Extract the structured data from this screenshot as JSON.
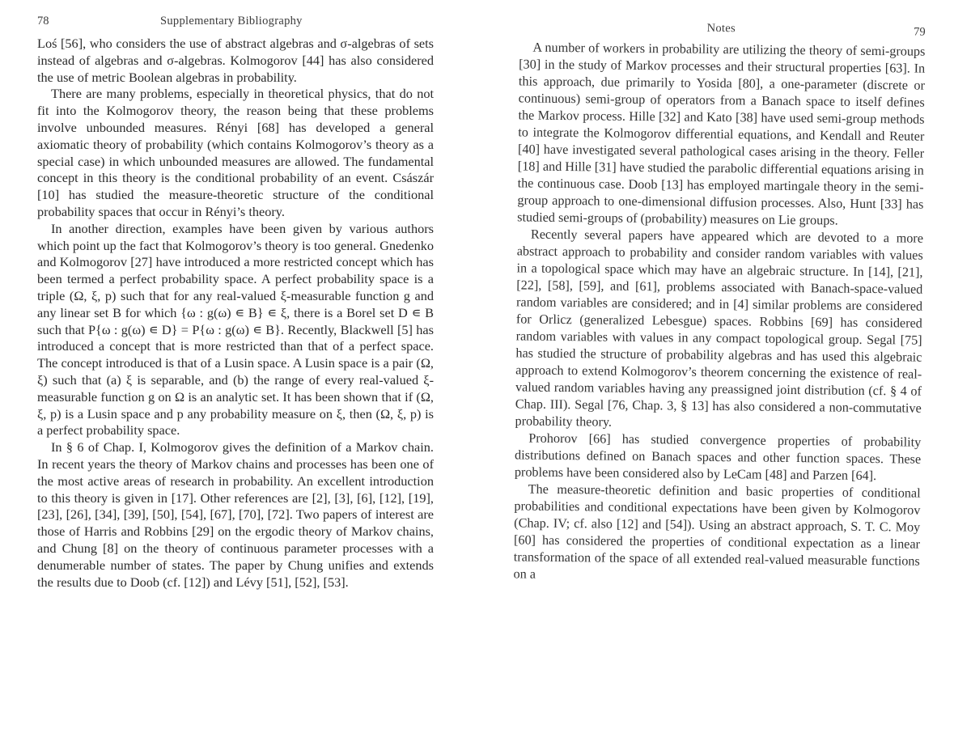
{
  "left_page": {
    "folio": "78",
    "running_head": "Supplementary Bibliography",
    "paragraphs": [
      "Loś [56], who considers the use of abstract algebras and σ-algebras of sets instead of algebras and σ-algebras. Kolmogorov [44] has also considered the use of metric Boolean algebras in probability.",
      "There are many problems, especially in theoretical physics, that do not fit into the Kolmogorov theory, the reason being that these problems involve unbounded measures. Rényi [68] has developed a general axiomatic theory of probability (which contains Kolmogorov’s theory as a special case) in which unbounded measures are allowed. The fundamental concept in this theory is the conditional probability of an event. Császár [10] has studied the measure-theoretic structure of the conditional probability spaces that occur in Rényi’s theory.",
      "In another direction, examples have been given by various authors which point up the fact that Kolmogorov’s theory is too general. Gnedenko and Kolmogorov [27] have introduced a more restricted concept which has been termed a perfect probability space. A perfect probability space is a triple (Ω, ξ, p) such that for any real-valued ξ-measurable function g and any linear set B for which {ω : g(ω) ∊ B} ∊ ξ, there is a Borel set D ∊ B such that P{ω : g(ω) ∊ D} = P{ω : g(ω) ∊ B}. Recently, Blackwell [5] has introduced a concept that is more restricted than that of a perfect space. The concept introduced is that of a Lusin space. A Lusin space is a pair (Ω, ξ) such that (a) ξ is separable, and (b) the range of every real-valued ξ-measurable function g on Ω is an analytic set. It has been shown that if (Ω, ξ, p) is a Lusin space and p any probability measure on ξ, then (Ω, ξ, p) is a perfect probability space.",
      "In § 6 of Chap. I, Kolmogorov gives the definition of a Markov chain. In recent years the theory of Markov chains and processes has been one of the most active areas of research in probability. An excellent introduction to this theory is given in [17]. Other references are [2], [3], [6], [12], [19], [23], [26], [34], [39], [50], [54], [67], [70], [72]. Two papers of interest are those of Harris and Robbins [29] on the ergodic theory of Markov chains, and Chung [8] on the theory of continuous parameter processes with a denumerable number of states. The paper by Chung unifies and extends the results due to Doob (cf. [12]) and Lévy [51], [52], [53]."
    ]
  },
  "right_page": {
    "folio": "79",
    "running_head": "Notes",
    "paragraphs": [
      "A number of workers in probability are utilizing the theory of semi-groups [30] in the study of Markov processes and their structural properties [63]. In this approach, due primarily to Yosida [80], a one-parameter (discrete or continuous) semi-group of operators from a Banach space to itself defines the Markov process. Hille [32] and Kato [38] have used semi-group methods to integrate the Kolmogorov differential equations, and Kendall and Reuter [40] have investigated several pathological cases arising in the theory. Feller [18] and Hille [31] have studied the parabolic differential equations arising in the continuous case. Doob [13] has employed martingale theory in the semi-group approach to one-dimensional diffusion processes. Also, Hunt [33] has studied semi-groups of (probability) measures on Lie groups.",
      "Recently several papers have appeared which are devoted to a more abstract approach to probability and consider random variables with values in a topological space which may have an algebraic structure. In [14], [21], [22], [58], [59], and [61], problems associated with Banach-space-valued random variables are considered; and in [4] similar problems are considered for Orlicz (generalized Lebesgue) spaces. Robbins [69] has considered random variables with values in any compact topological group. Segal [75] has studied the structure of probability algebras and has used this algebraic approach to extend Kolmogorov’s theorem concerning the existence of real-valued random variables having any preassigned joint distribution (cf. § 4 of Chap. III). Segal [76, Chap. 3, § 13] has also considered a non-commutative probability theory.",
      "Prohorov [66] has studied convergence properties of probability distributions defined on Banach spaces and other function spaces. These problems have been considered also by LeCam [48] and Parzen [64].",
      "The measure-theoretic definition and basic properties of conditional probabilities and conditional expectations have been given by Kolmogorov (Chap. IV; cf. also [12] and [54]). Using an abstract approach, S. T. C. Moy [60] has considered the properties of conditional expectation as a linear transformation of the space of all extended real-valued measurable functions on a"
    ]
  }
}
